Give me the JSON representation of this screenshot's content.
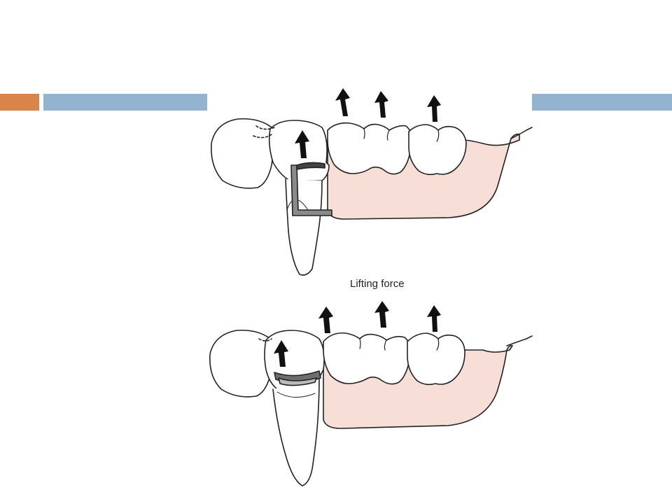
{
  "slide": {
    "colors": {
      "accent": "#d8844a",
      "header_bar": "#94b3d0",
      "gum": "#f7dfd8",
      "outline": "#222222",
      "clasp": "#8a8a8a"
    }
  },
  "figure": {
    "caption": "Lifting force",
    "top_panel": {
      "arrows": 4
    },
    "bottom_panel": {
      "arrows": 4
    }
  }
}
